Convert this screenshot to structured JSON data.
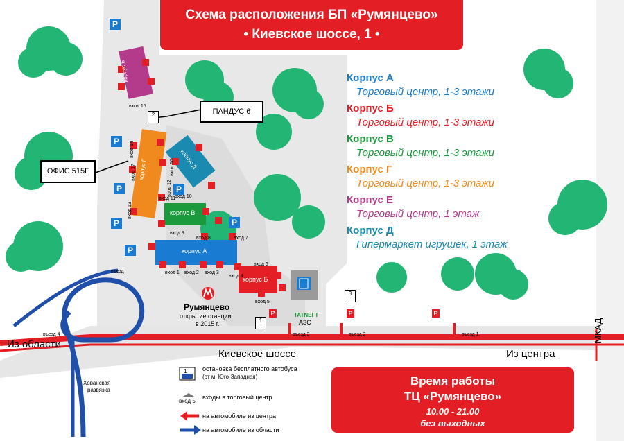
{
  "title": {
    "line1": "Схема расположения БП «Румянцево»",
    "line2": "• Киевское шоссе, 1 •"
  },
  "colors": {
    "red": "#e31e24",
    "blue_a": "#1a7bd3",
    "green_v": "#1a9a3d",
    "orange_g": "#f08a1e",
    "magenta_e": "#b43a8c",
    "teal_d": "#1a8ab0",
    "tree": "#22b573",
    "road": "#d8d8d8"
  },
  "legend": [
    {
      "name": "Корпус А",
      "desc": "Торговый центр, 1-3 этажи",
      "color": "#1a7bd3"
    },
    {
      "name": "Корпус Б",
      "desc": "Торговый центр, 1-3 этажи",
      "color": "#e31e24"
    },
    {
      "name": "Корпус В",
      "desc": "Торговый центр, 1-3 этажи",
      "color": "#1a9a3d"
    },
    {
      "name": "Корпус Г",
      "desc": "Торговый центр, 1-3 этажи",
      "color": "#f08a1e"
    },
    {
      "name": "Корпус Е",
      "desc": "Торговый центр, 1 этаж",
      "color": "#b43a8c"
    },
    {
      "name": "Корпус Д",
      "desc": "Гипермаркет игрушек, 1 этаж",
      "color": "#1a8ab0"
    }
  ],
  "buildings": {
    "a": "корпус А",
    "b": "корпус Б",
    "v": "корпус В",
    "g": "корпус Г",
    "d": "корпус Д",
    "e": "корпус Е"
  },
  "callouts": {
    "ramp": "ПАНДУС 6",
    "office": "ОФИС 515Г"
  },
  "entrances": [
    "вход 1",
    "вход 2",
    "вход 3",
    "вход 4",
    "вход 5",
    "вход 6",
    "вход 7",
    "вход 8",
    "вход 9",
    "вход 10",
    "вход 11",
    "вход 12",
    "вход 13",
    "вход 14",
    "вход 15",
    "вход 16",
    "вход 17"
  ],
  "entries": [
    "въезд 1",
    "въезд 2",
    "въезд 3",
    "въезд 4",
    "въезд"
  ],
  "metro": {
    "name": "Румянцево",
    "note_line1": "открытие станции",
    "note_line2": "в 2015 г."
  },
  "gas_station": {
    "brand": "TATNEFT",
    "label": "АЗС"
  },
  "roads": {
    "from_region": "Из области",
    "highway": "Киевское шоссе",
    "from_center": "Из центра",
    "ring": "МКАД",
    "junction_line1": "Хованская",
    "junction_line2": "развязка"
  },
  "parking_symbol": "P",
  "bus_numbers": [
    "1",
    "2",
    "3"
  ],
  "map_legend": {
    "bus_stop_line1": "остановка бесплатного автобуса",
    "bus_stop_line2": "(от м. Юго-Западная)",
    "entrance_sample": "вход 5",
    "entrances": "входы в торговый центр",
    "from_center": "на автомобиле из центра",
    "from_region": "на автомобиле из области"
  },
  "hours": {
    "title": "Время работы",
    "place": "ТЦ «Румянцево»",
    "time": "10.00 - 21.00",
    "days": "без выходных"
  }
}
